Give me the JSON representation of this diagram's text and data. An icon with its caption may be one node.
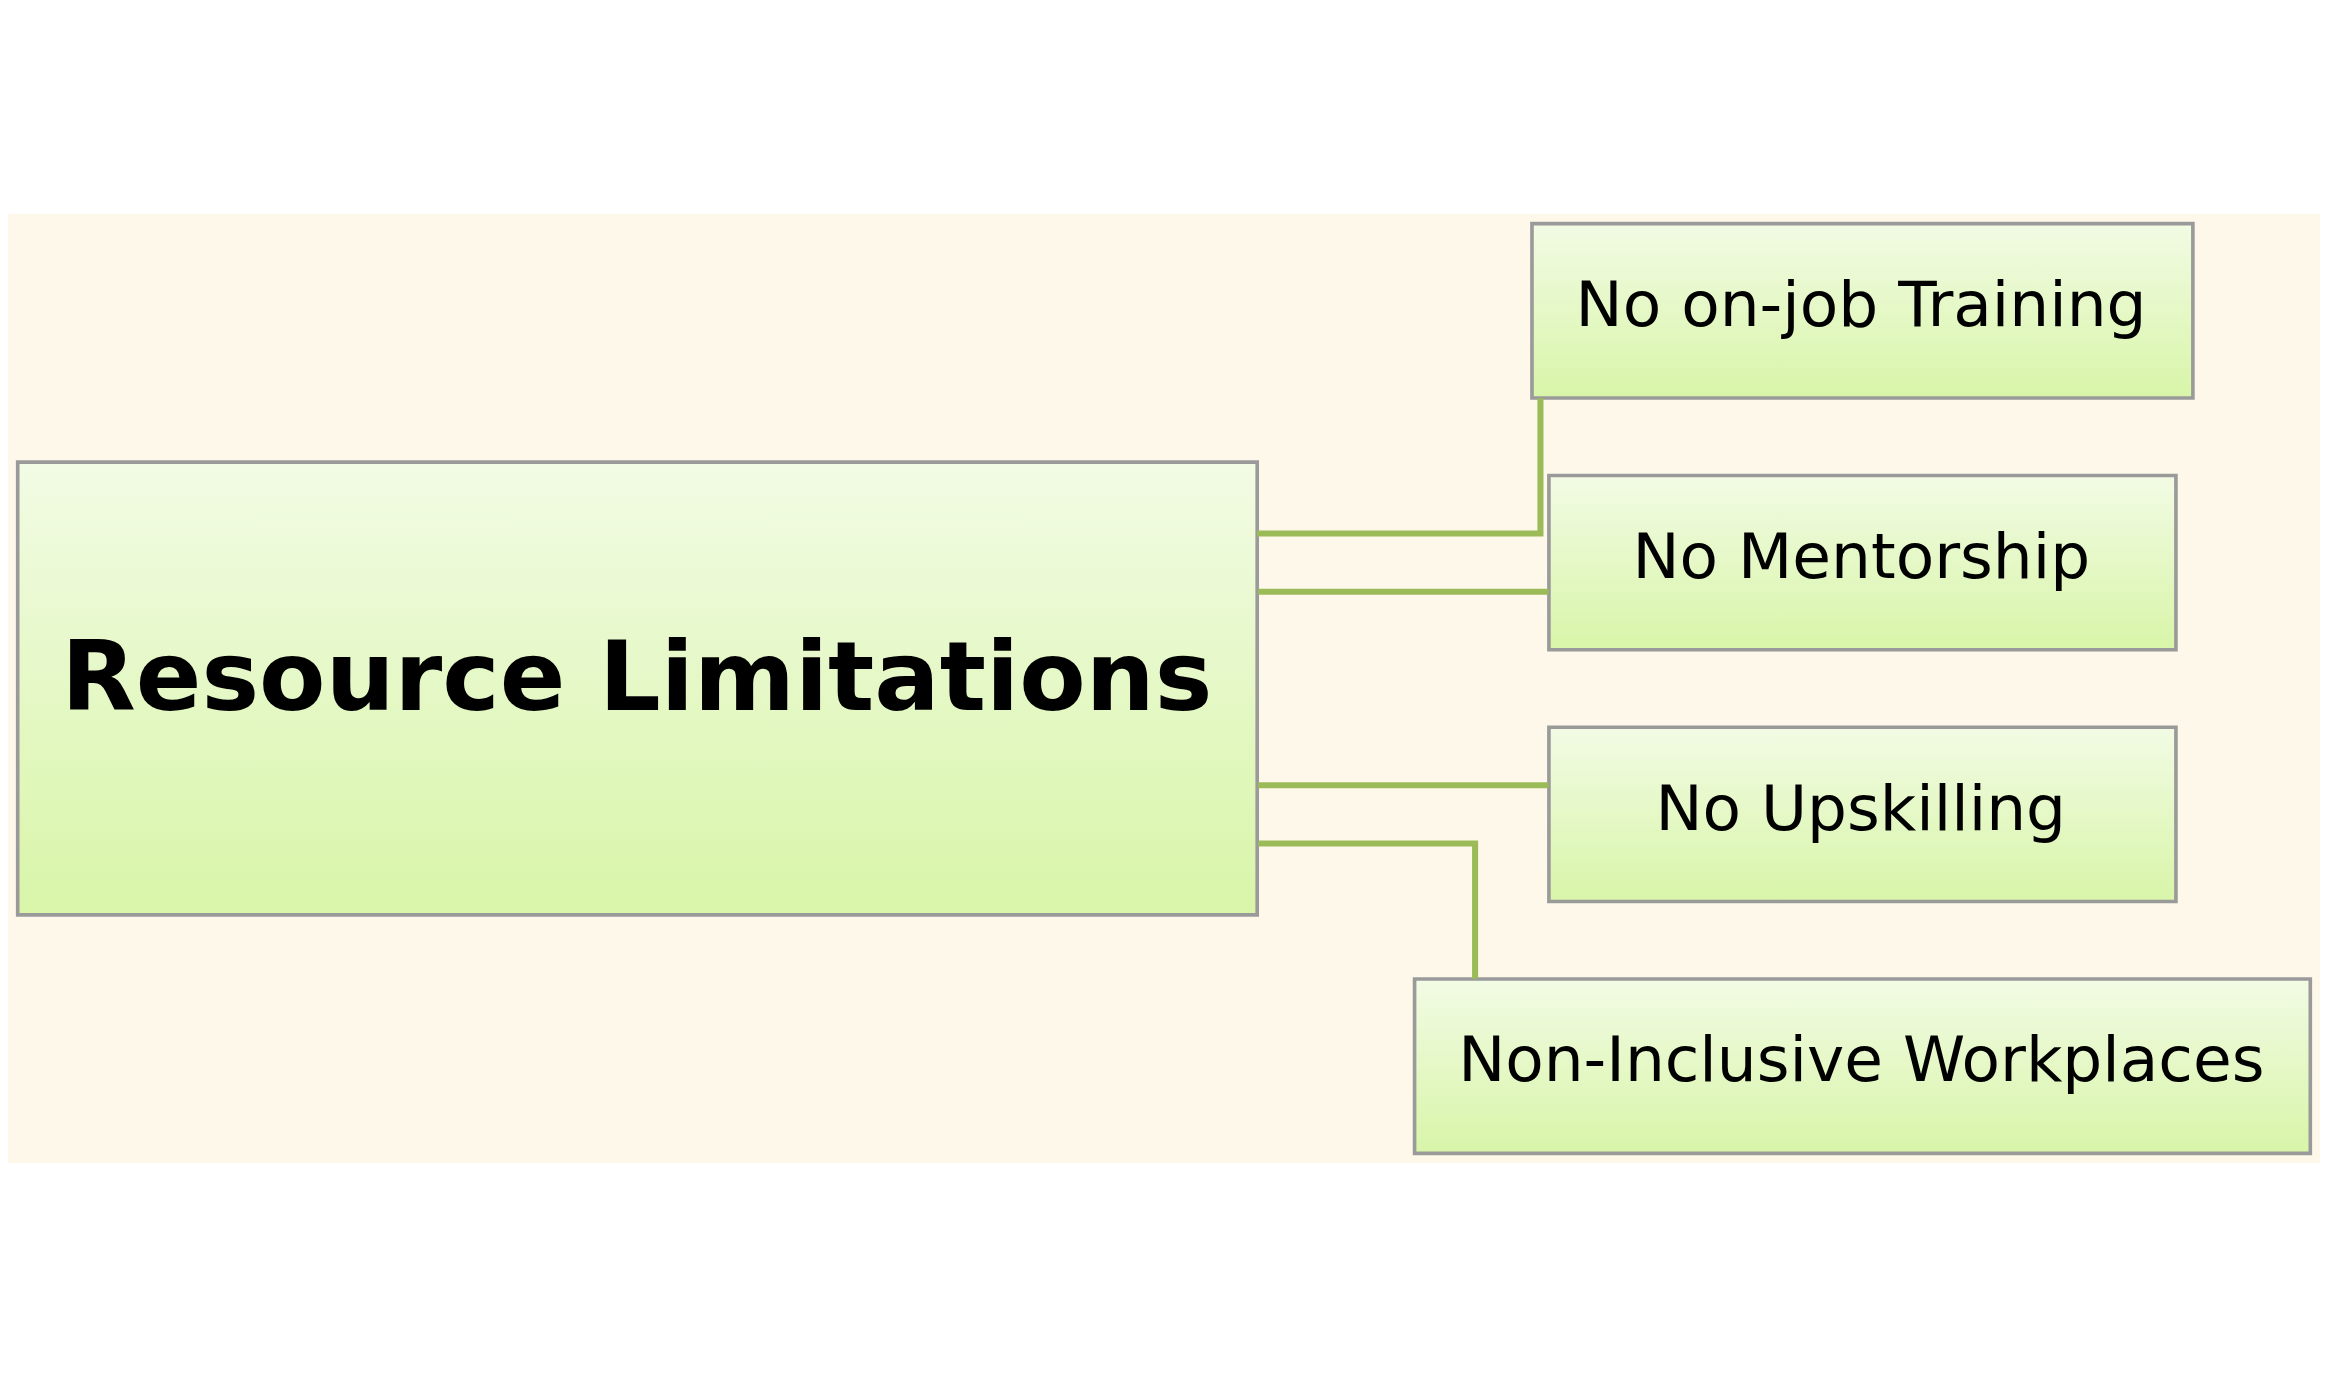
{
  "diagram": {
    "nodes": [
      {
        "text": [
          "Resource Limitations"
        ]
      },
      {
        "text": [
          "No on-job Training"
        ]
      },
      {
        "text": [
          "No Mentorship"
        ]
      },
      {
        "text": [
          "No Upskilling"
        ]
      },
      {
        "text": [
          "Non-Inclusive Workplaces"
        ]
      }
    ],
    "edges": [
      {
        "from": 0,
        "to": 1,
        "arrow": "none"
      },
      {
        "from": 0,
        "to": 2,
        "arrow": "none"
      },
      {
        "from": 0,
        "to": 3,
        "arrow": "none"
      },
      {
        "from": 0,
        "to": 4,
        "arrow": "none"
      }
    ]
  }
}
